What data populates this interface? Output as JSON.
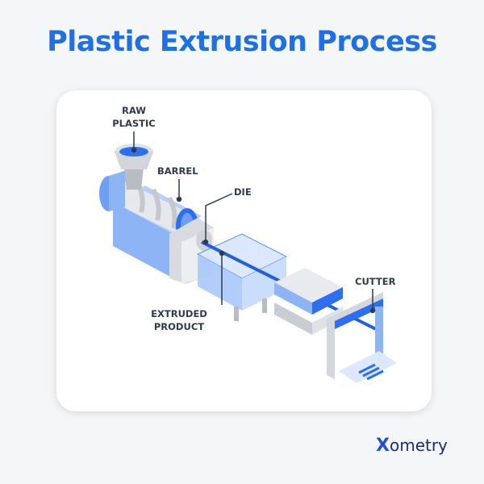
{
  "title": "Plastic Extrusion Process",
  "labels": {
    "raw_plastic_1": "RAW",
    "raw_plastic_2": "PLASTIC",
    "barrel": "BARREL",
    "die": "DIE",
    "extruded_1": "EXTRUDED",
    "extruded_2": "PRODUCT",
    "cutter": "CUTTER"
  },
  "logo": {
    "mark": "X",
    "text": "ometry"
  },
  "colors": {
    "accent": "#1f6fe5",
    "label": "#2e3b4a",
    "machine_blue": "#8db4f5",
    "grey": "#d4d8de"
  }
}
